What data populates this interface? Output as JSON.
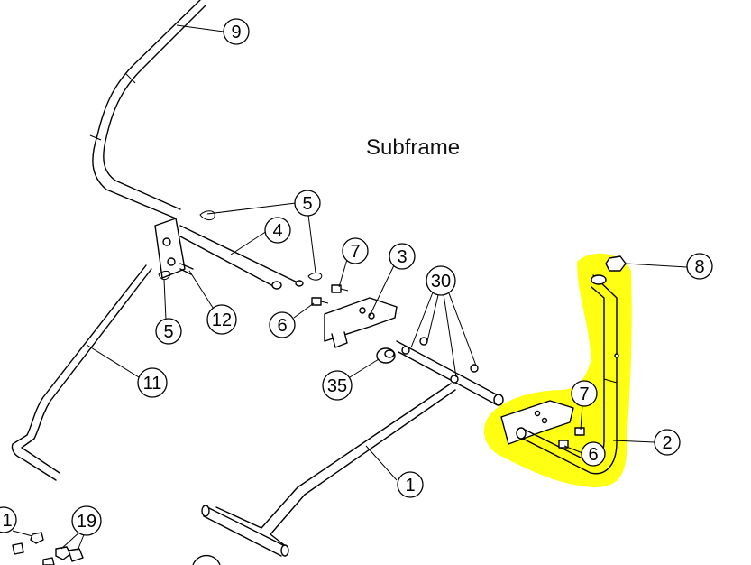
{
  "diagram": {
    "title": "Subframe",
    "highlight_color": "#FFFF00",
    "callouts": [
      {
        "id": "c9",
        "label": "9"
      },
      {
        "id": "c5a",
        "label": "5"
      },
      {
        "id": "c4",
        "label": "4"
      },
      {
        "id": "c7a",
        "label": "7"
      },
      {
        "id": "c3",
        "label": "3"
      },
      {
        "id": "c30",
        "label": "30"
      },
      {
        "id": "c8",
        "label": "8"
      },
      {
        "id": "c6a",
        "label": "6"
      },
      {
        "id": "c12",
        "label": "12"
      },
      {
        "id": "c5b",
        "label": "5"
      },
      {
        "id": "c35",
        "label": "35"
      },
      {
        "id": "c11",
        "label": "11"
      },
      {
        "id": "c7b",
        "label": "7"
      },
      {
        "id": "c6b",
        "label": "6"
      },
      {
        "id": "c2",
        "label": "2"
      },
      {
        "id": "c1",
        "label": "1"
      },
      {
        "id": "c19",
        "label": "19"
      },
      {
        "id": "c21",
        "label": "1"
      }
    ]
  }
}
